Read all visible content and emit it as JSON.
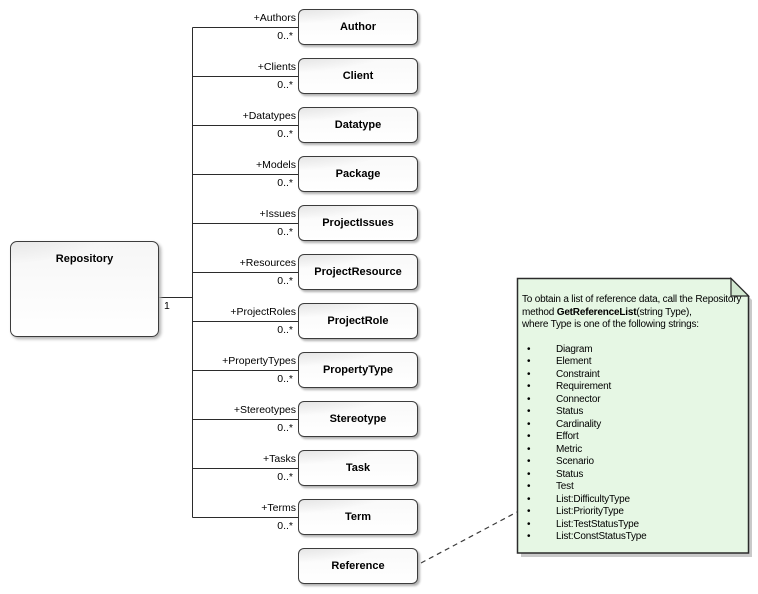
{
  "repository": {
    "name": "Repository",
    "multiplicity": "1"
  },
  "classes": [
    {
      "name": "Author",
      "role": "+Authors",
      "multiplicity": "0..*"
    },
    {
      "name": "Client",
      "role": "+Clients",
      "multiplicity": "0..*"
    },
    {
      "name": "Datatype",
      "role": "+Datatypes",
      "multiplicity": "0..*"
    },
    {
      "name": "Package",
      "role": "+Models",
      "multiplicity": "0..*"
    },
    {
      "name": "ProjectIssues",
      "role": "+Issues",
      "multiplicity": "0..*"
    },
    {
      "name": "ProjectResource",
      "role": "+Resources",
      "multiplicity": "0..*"
    },
    {
      "name": "ProjectRole",
      "role": "+ProjectRoles",
      "multiplicity": "0..*"
    },
    {
      "name": "PropertyType",
      "role": "+PropertyTypes",
      "multiplicity": "0..*"
    },
    {
      "name": "Stereotype",
      "role": "+Stereotypes",
      "multiplicity": "0..*"
    },
    {
      "name": "Task",
      "role": "+Tasks",
      "multiplicity": "0..*"
    },
    {
      "name": "Term",
      "role": "+Terms",
      "multiplicity": "0..*"
    },
    {
      "name": "Reference"
    }
  ],
  "note": {
    "line1": "To obtain a list of reference data, call the Repository",
    "method_prefix": "method ",
    "method_name": "GetReferenceList",
    "method_suffix": "(string Type),",
    "line3": "where Type is one of the following strings:",
    "items": [
      "Diagram",
      "Element",
      "Constraint",
      "Requirement",
      "Connector",
      "Status",
      "Cardinality",
      "Effort",
      "Metric",
      "Scenario",
      "Status",
      "Test",
      "List:DifficultyType",
      "List:PriorityType",
      "List:TestStatusType",
      "List:ConstStatusType"
    ]
  },
  "colors": {
    "note_fill": "#e6f7e4",
    "note_fold": "#d2e8d0",
    "line": "#2b2b2b",
    "shadow": "#c9c9c9"
  }
}
